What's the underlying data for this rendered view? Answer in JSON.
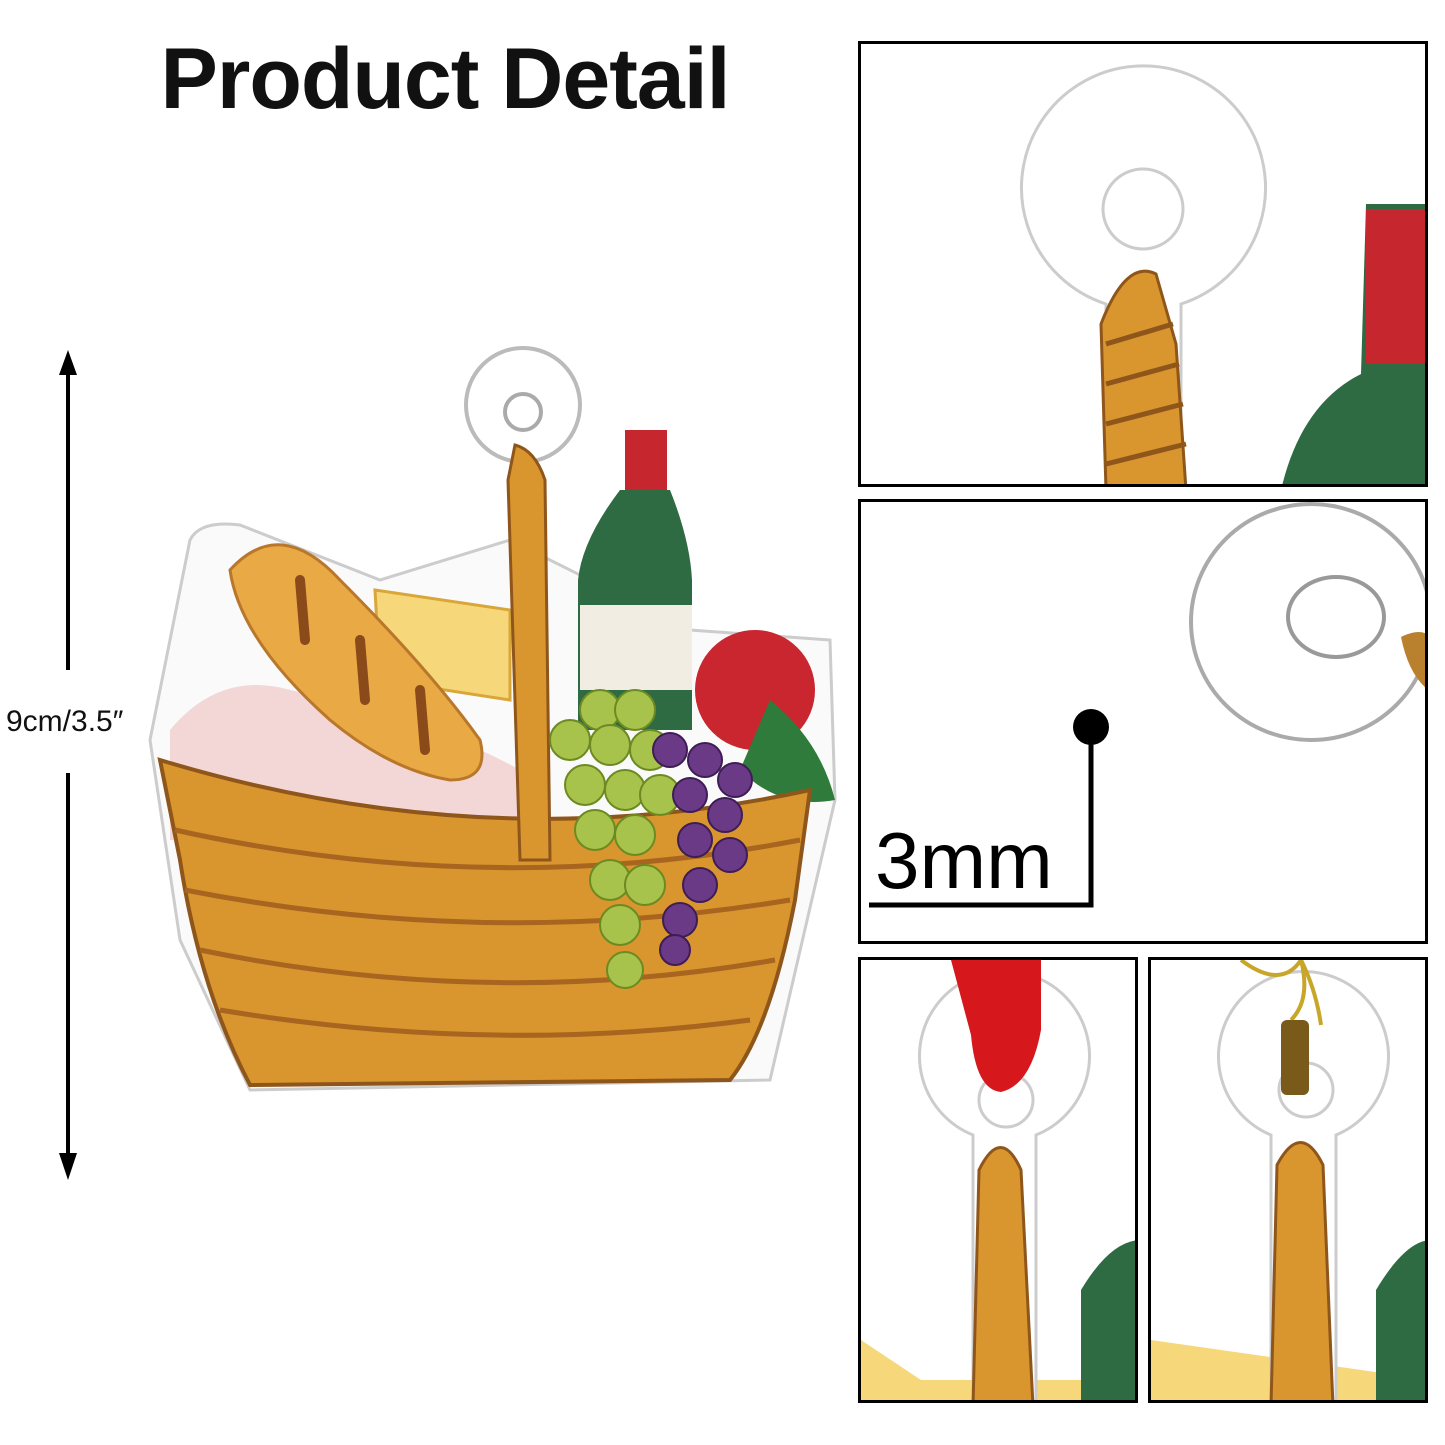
{
  "header": {
    "title": "Product Detail"
  },
  "dimension": {
    "height_label": "9cm/3.5″"
  },
  "thickness": {
    "label": "3mm"
  },
  "panels": [
    "hole-closeup",
    "thickness-closeup",
    "red-ribbon-option",
    "gold-string-option"
  ]
}
